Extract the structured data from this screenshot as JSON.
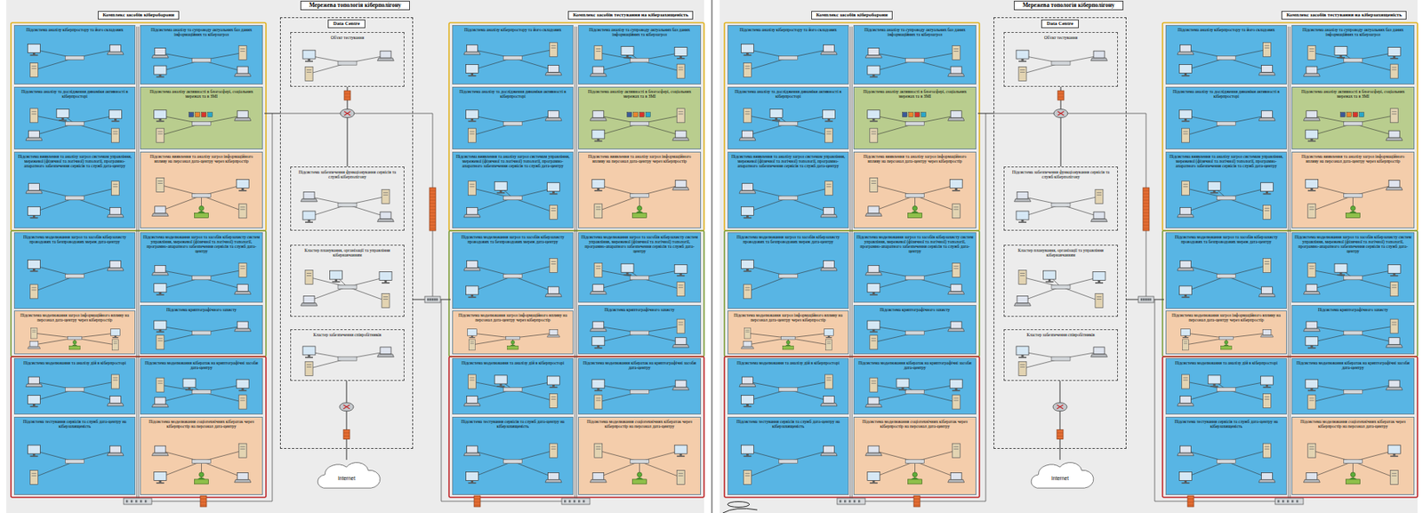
{
  "diagram": {
    "nodes": [
      {
        "text": [
          "Мережева топологія кіберполігону"
        ]
      },
      {
        "text": [
          "Комплекс засобів кібероборони"
        ],
        "in": 0
      },
      {
        "text": [
          "Підсистема аналізу кіберпростору та його складових"
        ],
        "in": 1
      },
      {
        "text": [
          "Підсистема аналізу та супроводу актуальних баз даних інформаційних та кіберзагроз"
        ],
        "in": 1
      },
      {
        "text": [
          "Підсистема аналізу та дослідження динаміки активності в кіберпросторі"
        ],
        "in": 1
      },
      {
        "text": [
          "Підсистема аналізу активності в блогосфері, соціальних мережах та в ЗМІ"
        ],
        "in": 1
      },
      {
        "text": [
          "Підсистема виявлення та аналізу загроз системам управління, мережевої (фізичної та логічної) топології, програмно-апаратного забезпечення сервісів та служб дата-центру"
        ],
        "in": 1
      },
      {
        "text": [
          "Підсистема виявлення та аналізу загроз інформаційного впливу на персонал дата-центру через кіберпростір"
        ],
        "in": 1
      },
      {
        "text": [
          "Підсистема моделювання загроз та засобів кіберзахисту проводових та безпроводових мереж дата-центру"
        ],
        "in": 1
      },
      {
        "text": [
          "Підсистема моделювання загроз та засобів кіберзахисту систем управління, мережевої (фізичної та логічної) топології, програмно-апаратного забезпечення сервісів та служб дата-центру"
        ],
        "in": 1
      },
      {
        "text": [
          "Підсистема моделювання загроз інформаційного впливу на персонал дата-центру через кіберпростір"
        ],
        "in": 1
      },
      {
        "text": [
          "Підсистема криптографічного захисту"
        ],
        "in": 1
      },
      {
        "text": [
          "Підсистема моделювання та аналізу дій в кіберпросторі"
        ],
        "in": 1
      },
      {
        "text": [
          "Підсистема моделювання кібератак на криптографічні засоби дата-центру"
        ],
        "in": 1
      },
      {
        "text": [
          "Підсистема тестування сервісів та служб дата-центру на кіберзахищеність"
        ],
        "in": 1
      },
      {
        "text": [
          "Підсистема моделювання соціотехнічних кібератак через кіберпростір на персонал дата-центру"
        ],
        "in": 1
      },
      {
        "text": [
          "Data Centre"
        ],
        "in": 0
      },
      {
        "text": [
          "Об'єкт тестування"
        ],
        "in": 16
      },
      {
        "text": [
          "Підсистема забезпечення функціонування сервісів та служб кіберполігону"
        ],
        "in": 16
      },
      {
        "text": [
          "Кластер планування, організації та управління кібернавчанням"
        ],
        "in": 16
      },
      {
        "text": [
          "Кластер забезпечення співробітників"
        ],
        "in": 16
      },
      {
        "text": [
          "Internet"
        ],
        "in": 0
      },
      {
        "text": [
          "Комплекс засобів тестування на кіберзахищеність"
        ],
        "in": 0
      },
      {
        "text": [
          "Підсистема аналізу кіберпростору та його складових"
        ],
        "in": 22
      },
      {
        "text": [
          "Підсистема аналізу та супроводу актуальних баз даних інформаційних та кіберзагроз"
        ],
        "in": 22
      },
      {
        "text": [
          "Підсистема аналізу та дослідження динаміки активності в кіберпросторі"
        ],
        "in": 22
      },
      {
        "text": [
          "Підсистема аналізу активності в блогосфері, соціальних мережах та в ЗМІ"
        ],
        "in": 22
      },
      {
        "text": [
          "Підсистема виявлення та аналізу загроз системам управління, мережевої (фізичної та логічної) топології, програмно-апаратного забезпечення сервісів та служб дата-центру"
        ],
        "in": 22
      },
      {
        "text": [
          "Підсистема виявлення та аналізу загроз інформаційного впливу на персонал дата-центру через кіберпростір"
        ],
        "in": 22
      },
      {
        "text": [
          "Підсистема моделювання загроз та засобів кіберзахисту проводових та безпроводових мереж дата-центру"
        ],
        "in": 22
      },
      {
        "text": [
          "Підсистема моделювання загроз та засобів кіберзахисту систем управління, мережевої (фізичної та логічної) топології, програмно-апаратного забезпечення сервісів та служб дата-центру"
        ],
        "in": 22
      },
      {
        "text": [
          "Підсистема моделювання загроз інформаційного впливу на персонал дата-центру через кіберпростір"
        ],
        "in": 22
      },
      {
        "text": [
          "Підсистема криптографічного захисту"
        ],
        "in": 22
      },
      {
        "text": [
          "Підсистема моделювання та аналізу дій в кіберпросторі"
        ],
        "in": 22
      },
      {
        "text": [
          "Підсистема моделювання кібератак на криптографічні засоби дата-центру"
        ],
        "in": 22
      },
      {
        "text": [
          "Підсистема тестування сервісів та служб дата-центру на кіберзахищеність"
        ],
        "in": 22
      },
      {
        "text": [
          "Підсистема моделювання соціотехнічних кібератак через кіберпростір на персонал дата-центру"
        ],
        "in": 22
      },
      {
        "text": [
          "Мережева топологія кіберполігону"
        ]
      },
      {
        "text": [
          "Комплекс засобів кібероборони"
        ],
        "in": 37
      },
      {
        "text": [
          "Підсистема аналізу кіберпростору та його складових"
        ],
        "in": 38
      },
      {
        "text": [
          "Підсистема аналізу та супроводу актуальних баз даних інформаційних та кіберзагроз"
        ],
        "in": 38
      },
      {
        "text": [
          "Підсистема аналізу та дослідження динаміки активності в кіберпросторі"
        ],
        "in": 38
      },
      {
        "text": [
          "Підсистема аналізу активності в блогосфері, соціальних мережах та в ЗМІ"
        ],
        "in": 38
      },
      {
        "text": [
          "Підсистема виявлення та аналізу загроз системам управління, мережевої (фізичної та логічної) топології, програмно-апаратного забезпечення сервісів та служб дата-центру"
        ],
        "in": 38
      },
      {
        "text": [
          "Підсистема виявлення та аналізу загроз інформаційного впливу на персонал дата-центру через кіберпростір"
        ],
        "in": 38
      },
      {
        "text": [
          "Підсистема моделювання загроз та засобів кіберзахисту проводових та безпроводових мереж дата-центру"
        ],
        "in": 38
      },
      {
        "text": [
          "Підсистема моделювання загроз та засобів кіберзахисту систем управління, мережевої (фізичної та логічної) топології, програмно-апаратного забезпечення сервісів та служб дата-центру"
        ],
        "in": 38
      },
      {
        "text": [
          "Підсистема моделювання загроз інформаційного впливу на персонал дата-центру через кіберпростір"
        ],
        "in": 38
      },
      {
        "text": [
          "Підсистема криптографічного захисту"
        ],
        "in": 38
      },
      {
        "text": [
          "Підсистема моделювання та аналізу дій в кіберпросторі"
        ],
        "in": 38
      },
      {
        "text": [
          "Підсистема моделювання кібератак на криптографічні засоби дата-центру"
        ],
        "in": 38
      },
      {
        "text": [
          "Підсистема тестування сервісів та служб дата-центру на кіберзахищеність"
        ],
        "in": 38
      },
      {
        "text": [
          "Підсистема моделювання соціотехнічних кібератак через кіберпростір на персонал дата-центру"
        ],
        "in": 38
      },
      {
        "text": [
          "Data Centre"
        ],
        "in": 37
      },
      {
        "text": [
          "Об'єкт тестування"
        ],
        "in": 53
      },
      {
        "text": [
          "Підсистема забезпечення функціонування сервісів та служб кіберполігону"
        ],
        "in": 53
      },
      {
        "text": [
          "Кластер планування, організації та управління кібернавчанням"
        ],
        "in": 53
      },
      {
        "text": [
          "Кластер забезпечення співробітників"
        ],
        "in": 53
      },
      {
        "text": [
          "Internet"
        ],
        "in": 37
      },
      {
        "text": [
          "Комплекс засобів тестування на кіберзахищеність"
        ],
        "in": 37
      },
      {
        "text": [
          "Підсистема аналізу кіберпростору та його складових"
        ],
        "in": 59
      },
      {
        "text": [
          "Підсистема аналізу та супроводу актуальних баз даних інформаційних та кіберзагроз"
        ],
        "in": 59
      },
      {
        "text": [
          "Підсистема аналізу та дослідження динаміки активності в кіберпросторі"
        ],
        "in": 59
      },
      {
        "text": [
          "Підсистема аналізу активності в блогосфері, соціальних мережах та в ЗМІ"
        ],
        "in": 59
      },
      {
        "text": [
          "Підсистема виявлення та аналізу загроз системам управління, мережевої (фізичної та логічної) топології, програмно-апаратного забезпечення сервісів та служб дата-центру"
        ],
        "in": 59
      },
      {
        "text": [
          "Підсистема виявлення та аналізу загроз інформаційного впливу на персонал дата-центру через кіберпростір"
        ],
        "in": 59
      },
      {
        "text": [
          "Підсистема моделювання загроз та засобів кіберзахисту проводових та безпроводових мереж дата-центру"
        ],
        "in": 59
      },
      {
        "text": [
          "Підсистема моделювання загроз та засобів кіберзахисту систем управління, мережевої (фізичної та логічної) топології, програмно-апаратного забезпечення сервісів та служб дата-центру"
        ],
        "in": 59
      },
      {
        "text": [
          "Підсистема моделювання загроз інформаційного впливу на персонал дата-центру через кіберпростір"
        ],
        "in": 59
      },
      {
        "text": [
          "Підсистема криптографічного захисту"
        ],
        "in": 59
      },
      {
        "text": [
          "Підсистема моделювання та аналізу дій в кіберпросторі"
        ],
        "in": 59
      },
      {
        "text": [
          "Підсистема моделювання кібератак на криптографічні засоби дата-центру"
        ],
        "in": 59
      },
      {
        "text": [
          "Підсистема тестування сервісів та служб дата-центру на кіберзахищеність"
        ],
        "in": 59
      },
      {
        "text": [
          "Підсистема моделювання соціотехнічних кібератак через кіберпростір на персонал дата-центру"
        ],
        "in": 59
      }
    ],
    "edges": [
      {
        "from": 1,
        "to": 16,
        "arrow": "none"
      },
      {
        "from": 16,
        "to": 22,
        "arrow": "none"
      },
      {
        "from": 17,
        "to": 18,
        "arrow": "none"
      },
      {
        "from": 20,
        "to": 21,
        "arrow": "none"
      },
      {
        "from": 38,
        "to": 53,
        "arrow": "none"
      },
      {
        "from": 53,
        "to": 59,
        "arrow": "none"
      },
      {
        "from": 54,
        "to": 55,
        "arrow": "none"
      },
      {
        "from": 57,
        "to": 58,
        "arrow": "none"
      }
    ]
  }
}
